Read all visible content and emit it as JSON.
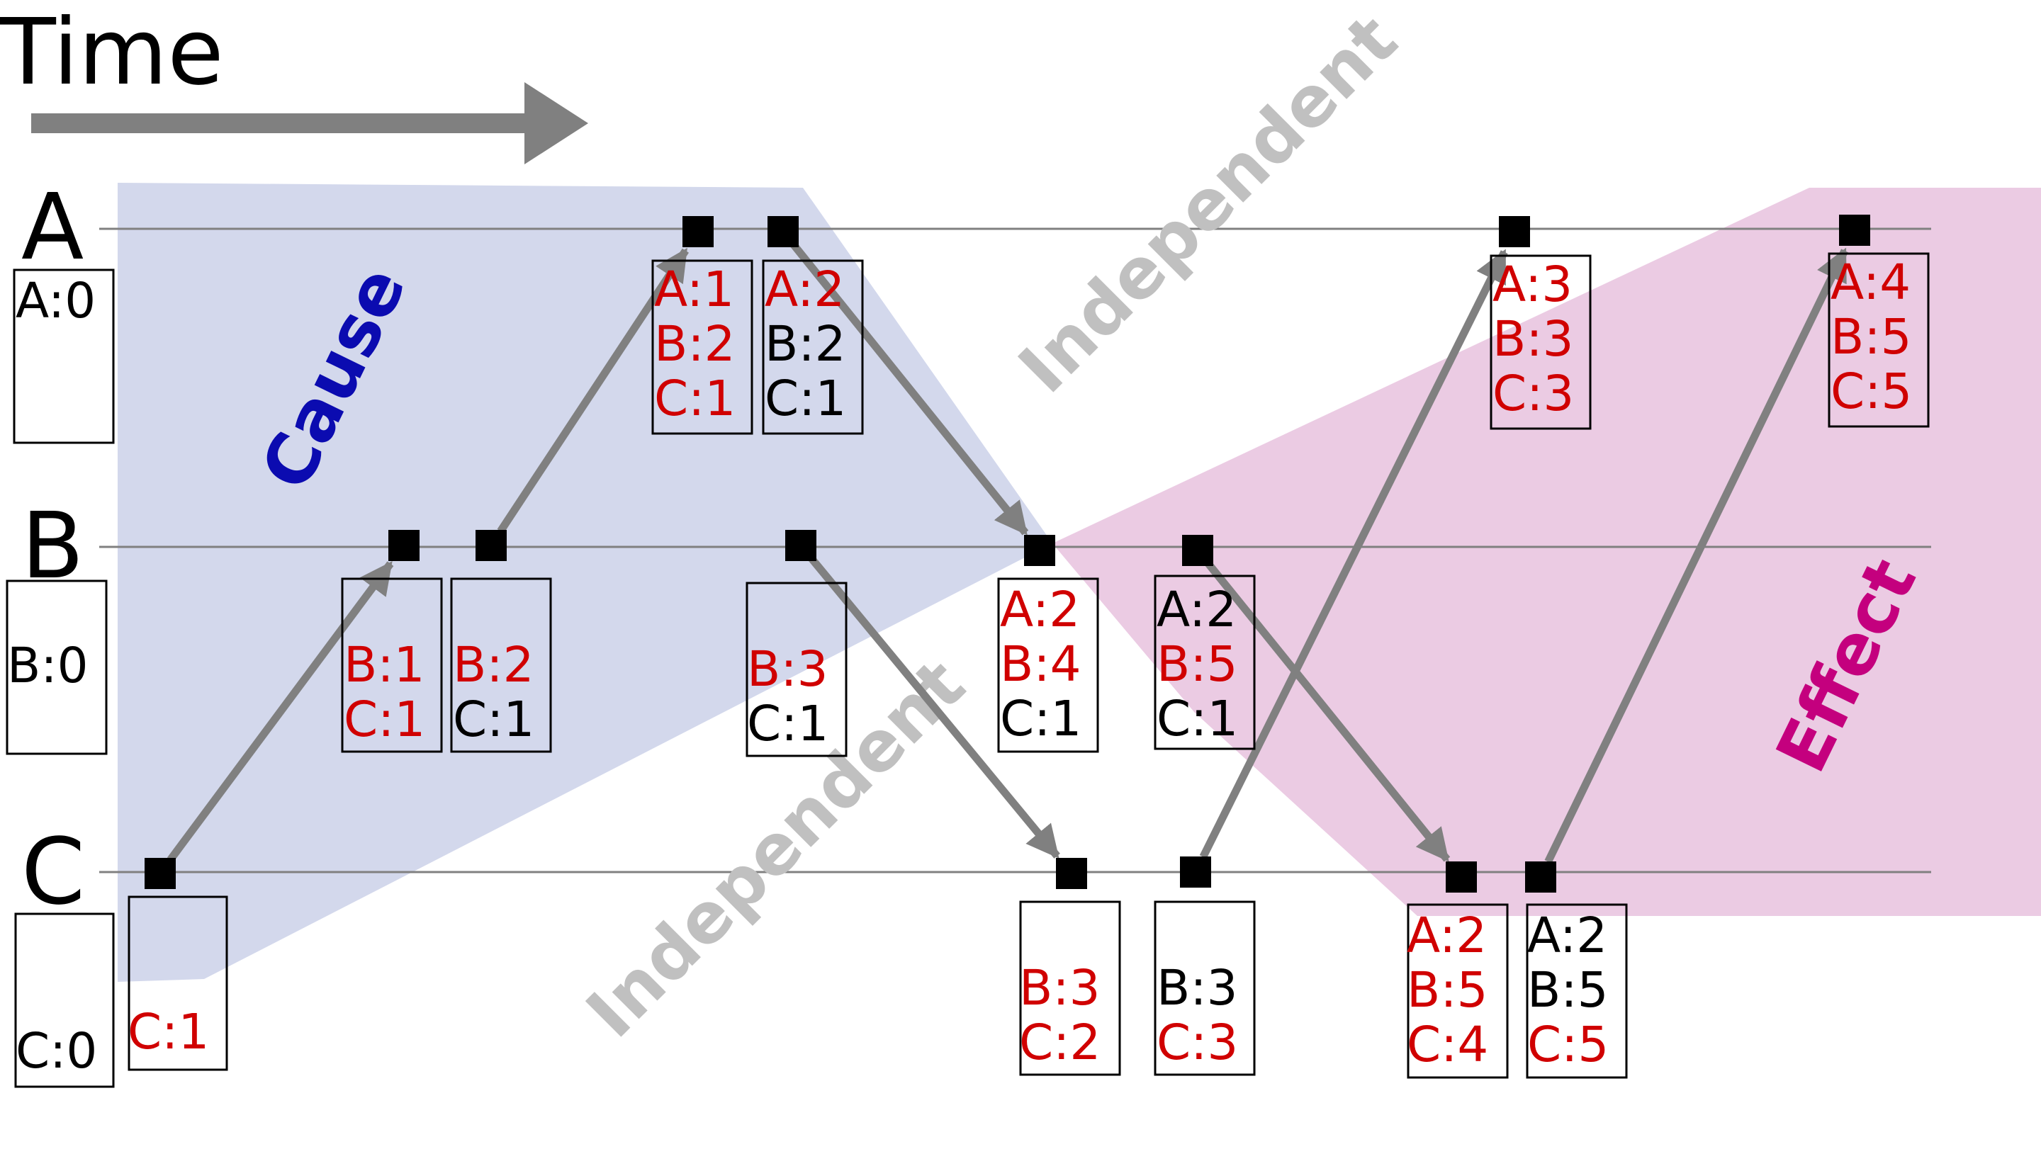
{
  "title": "Time",
  "colors": {
    "cause_region": "#d3d8ec",
    "effect_region": "#ebcbe3",
    "cause_text": "#0b0bb0",
    "effect_text": "#c4007e",
    "independent_text": "#c0c0c0",
    "changed_value": "#d00000",
    "unchanged_value": "#000000",
    "arrow": "#808080",
    "timeline": "#808080",
    "event": "#000000"
  },
  "regions": {
    "cause": "Cause",
    "effect": "Effect",
    "independent_top": "Independent",
    "independent_bottom": "Independent"
  },
  "processes": [
    {
      "id": "A",
      "label": "A",
      "initial_clock": "A:0"
    },
    {
      "id": "B",
      "label": "B",
      "initial_clock": "B:0"
    },
    {
      "id": "C",
      "label": "C",
      "initial_clock": "C:0"
    }
  ],
  "events": [
    {
      "process": "C",
      "order": 1,
      "clock": [
        {
          "text": "C:1",
          "changed": true
        }
      ]
    },
    {
      "process": "B",
      "order": 1,
      "clock": [
        {
          "text": "B:1",
          "changed": true
        },
        {
          "text": "C:1",
          "changed": true
        }
      ]
    },
    {
      "process": "B",
      "order": 2,
      "clock": [
        {
          "text": "B:2",
          "changed": true
        },
        {
          "text": "C:1",
          "changed": false
        }
      ]
    },
    {
      "process": "A",
      "order": 1,
      "clock": [
        {
          "text": "A:1",
          "changed": true
        },
        {
          "text": "B:2",
          "changed": true
        },
        {
          "text": "C:1",
          "changed": true
        }
      ]
    },
    {
      "process": "A",
      "order": 2,
      "clock": [
        {
          "text": "A:2",
          "changed": true
        },
        {
          "text": "B:2",
          "changed": false
        },
        {
          "text": "C:1",
          "changed": false
        }
      ]
    },
    {
      "process": "B",
      "order": 3,
      "clock": [
        {
          "text": "B:3",
          "changed": true
        },
        {
          "text": "C:1",
          "changed": false
        }
      ]
    },
    {
      "process": "B",
      "order": 4,
      "clock": [
        {
          "text": "A:2",
          "changed": true
        },
        {
          "text": "B:4",
          "changed": true
        },
        {
          "text": "C:1",
          "changed": false
        }
      ]
    },
    {
      "process": "C",
      "order": 2,
      "clock": [
        {
          "text": "B:3",
          "changed": true
        },
        {
          "text": "C:2",
          "changed": true
        }
      ]
    },
    {
      "process": "B",
      "order": 5,
      "clock": [
        {
          "text": "A:2",
          "changed": false
        },
        {
          "text": "B:5",
          "changed": true
        },
        {
          "text": "C:1",
          "changed": false
        }
      ]
    },
    {
      "process": "C",
      "order": 3,
      "clock": [
        {
          "text": "B:3",
          "changed": false
        },
        {
          "text": "C:3",
          "changed": true
        }
      ]
    },
    {
      "process": "A",
      "order": 3,
      "clock": [
        {
          "text": "A:3",
          "changed": true
        },
        {
          "text": "B:3",
          "changed": true
        },
        {
          "text": "C:3",
          "changed": true
        }
      ]
    },
    {
      "process": "C",
      "order": 4,
      "clock": [
        {
          "text": "A:2",
          "changed": true
        },
        {
          "text": "B:5",
          "changed": true
        },
        {
          "text": "C:4",
          "changed": true
        }
      ]
    },
    {
      "process": "C",
      "order": 5,
      "clock": [
        {
          "text": "A:2",
          "changed": false
        },
        {
          "text": "B:5",
          "changed": false
        },
        {
          "text": "C:5",
          "changed": true
        }
      ]
    },
    {
      "process": "A",
      "order": 4,
      "clock": [
        {
          "text": "A:4",
          "changed": true
        },
        {
          "text": "B:5",
          "changed": true
        },
        {
          "text": "C:5",
          "changed": true
        }
      ]
    }
  ],
  "messages": [
    {
      "from": "C1",
      "to": "B1"
    },
    {
      "from": "B2",
      "to": "A1"
    },
    {
      "from": "A2",
      "to": "B4"
    },
    {
      "from": "B3",
      "to": "C2"
    },
    {
      "from": "C3",
      "to": "A3"
    },
    {
      "from": "B5",
      "to": "C4"
    },
    {
      "from": "C5",
      "to": "A4"
    }
  ]
}
